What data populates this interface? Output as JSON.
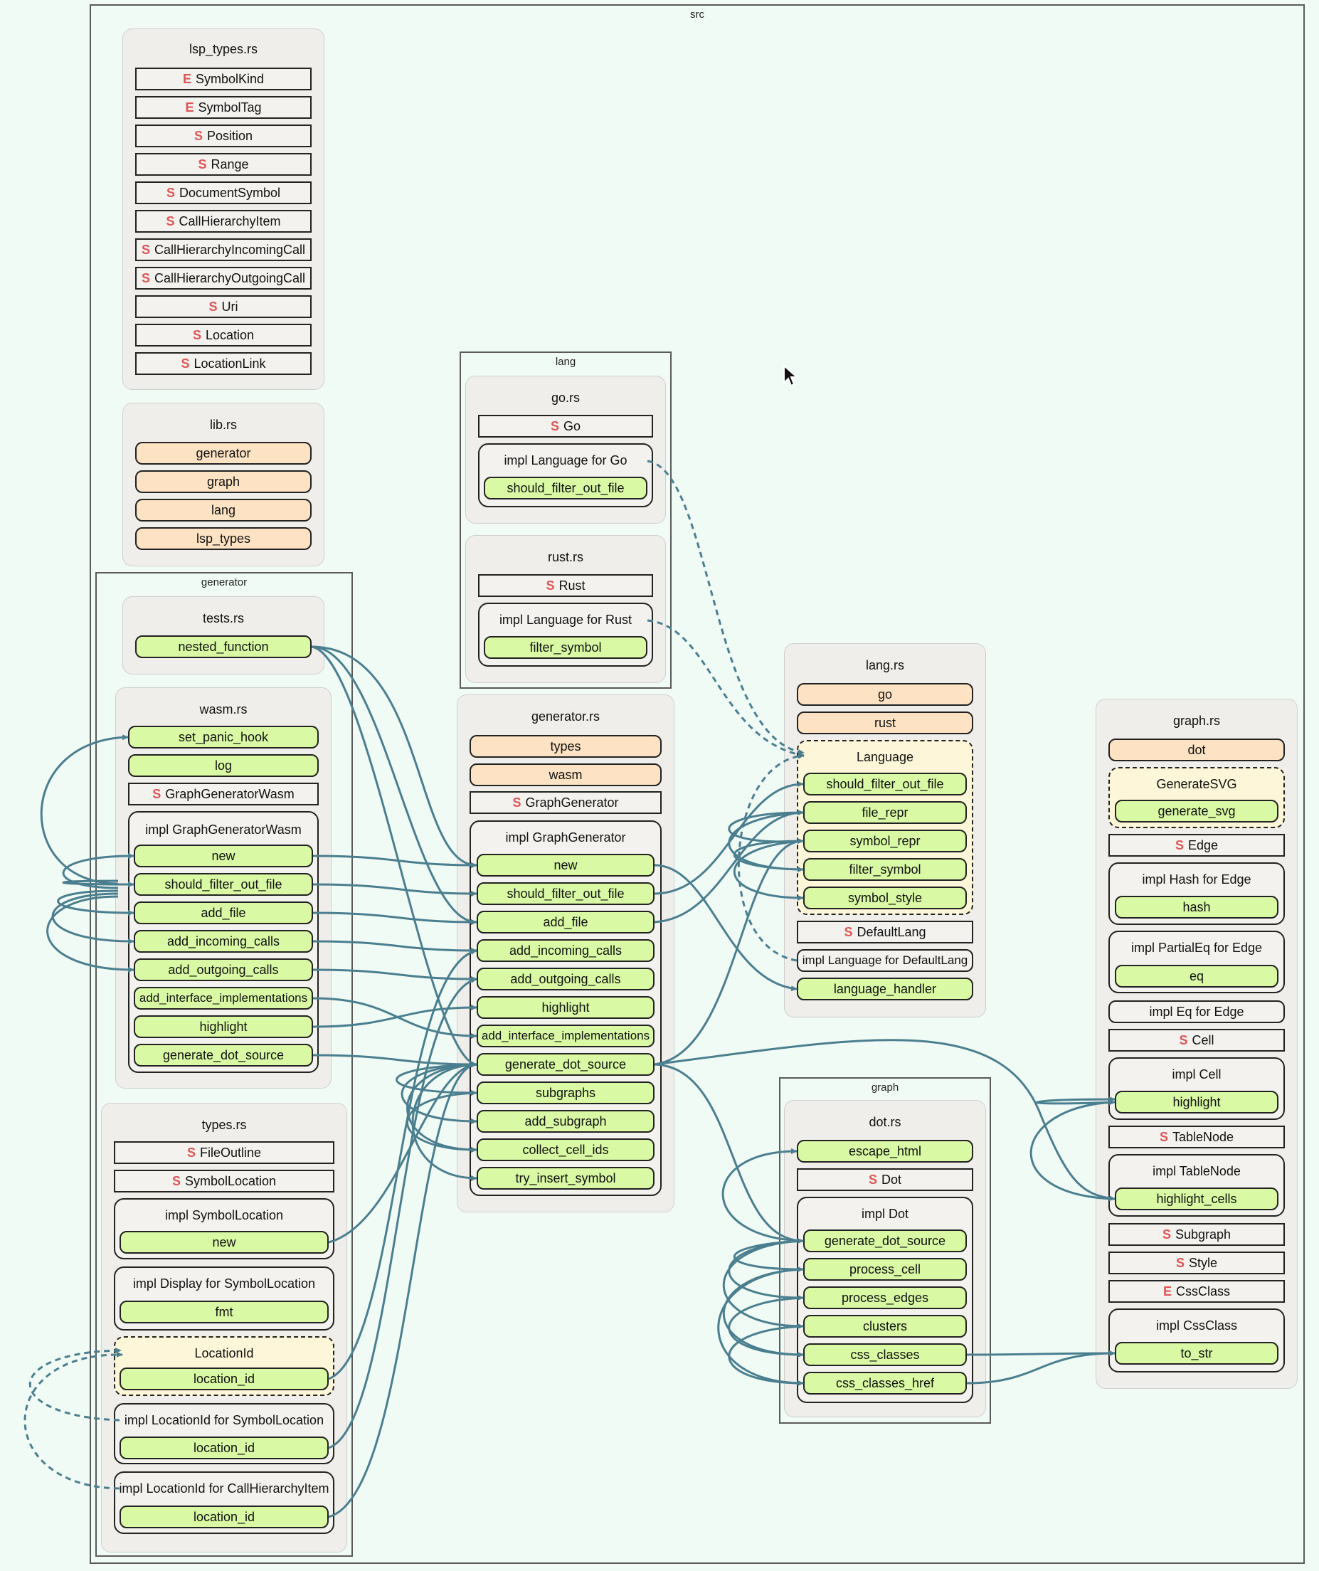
{
  "frames": {
    "src": "src",
    "lang": "lang",
    "generator": "generator",
    "graph": "graph"
  },
  "files": {
    "lsp_types": {
      "title": "lsp_types.rs",
      "items": [
        {
          "k": "E",
          "t": "SymbolKind"
        },
        {
          "k": "E",
          "t": "SymbolTag"
        },
        {
          "k": "S",
          "t": "Position"
        },
        {
          "k": "S",
          "t": "Range"
        },
        {
          "k": "S",
          "t": "DocumentSymbol"
        },
        {
          "k": "S",
          "t": "CallHierarchyItem"
        },
        {
          "k": "S",
          "t": "CallHierarchyIncomingCall"
        },
        {
          "k": "S",
          "t": "CallHierarchyOutgoingCall"
        },
        {
          "k": "S",
          "t": "Uri"
        },
        {
          "k": "S",
          "t": "Location"
        },
        {
          "k": "S",
          "t": "LocationLink"
        }
      ]
    },
    "lib": {
      "title": "lib.rs",
      "items": [
        "generator",
        "graph",
        "lang",
        "lsp_types"
      ]
    },
    "go": {
      "title": "go.rs",
      "struct": {
        "k": "S",
        "t": "Go"
      },
      "impl": "impl Language for Go",
      "fns": [
        "should_filter_out_file"
      ]
    },
    "rust": {
      "title": "rust.rs",
      "struct": {
        "k": "S",
        "t": "Rust"
      },
      "impl": "impl Language for Rust",
      "fns": [
        "filter_symbol"
      ]
    },
    "tests": {
      "title": "tests.rs",
      "fns": [
        "nested_function"
      ]
    },
    "wasm": {
      "title": "wasm.rs",
      "fns": [
        "set_panic_hook",
        "log"
      ],
      "struct": {
        "k": "S",
        "t": "GraphGeneratorWasm"
      },
      "impl": "impl GraphGeneratorWasm",
      "impl_fns": [
        "new",
        "should_filter_out_file",
        "add_file",
        "add_incoming_calls",
        "add_outgoing_calls",
        "add_interface_implementations",
        "highlight",
        "generate_dot_source"
      ]
    },
    "generator": {
      "title": "generator.rs",
      "mods": [
        "types",
        "wasm"
      ],
      "struct": {
        "k": "S",
        "t": "GraphGenerator"
      },
      "impl": "impl GraphGenerator",
      "impl_fns": [
        "new",
        "should_filter_out_file",
        "add_file",
        "add_incoming_calls",
        "add_outgoing_calls",
        "highlight",
        "add_interface_implementations",
        "generate_dot_source",
        "subgraphs",
        "add_subgraph",
        "collect_cell_ids",
        "try_insert_symbol"
      ]
    },
    "types": {
      "title": "types.rs",
      "structs": [
        {
          "k": "S",
          "t": "FileOutline"
        },
        {
          "k": "S",
          "t": "SymbolLocation"
        }
      ],
      "impl1": "impl SymbolLocation",
      "impl1_fns": [
        "new"
      ],
      "impl2": "impl Display for SymbolLocation",
      "impl2_fns": [
        "fmt"
      ],
      "trait": "LocationId",
      "trait_fns": [
        "location_id"
      ],
      "impl3": "impl LocationId for SymbolLocation",
      "impl3_fns": [
        "location_id"
      ],
      "impl4": "impl LocationId for CallHierarchyItem",
      "impl4_fns": [
        "location_id"
      ]
    },
    "langrs": {
      "title": "lang.rs",
      "mods": [
        "go",
        "rust"
      ],
      "trait": "Language",
      "trait_fns": [
        "should_filter_out_file",
        "file_repr",
        "symbol_repr",
        "filter_symbol",
        "symbol_style"
      ],
      "struct": {
        "k": "S",
        "t": "DefaultLang"
      },
      "impl": "impl Language for DefaultLang",
      "fns": [
        "language_handler"
      ]
    },
    "dot": {
      "title": "dot.rs",
      "fns": [
        "escape_html"
      ],
      "struct": {
        "k": "S",
        "t": "Dot"
      },
      "impl": "impl Dot",
      "impl_fns": [
        "generate_dot_source",
        "process_cell",
        "process_edges",
        "clusters",
        "css_classes",
        "css_classes_href"
      ]
    },
    "graph": {
      "title": "graph.rs",
      "mods": [
        "dot"
      ],
      "trait": "GenerateSVG",
      "trait_fns": [
        "generate_svg"
      ],
      "edge": {
        "k": "S",
        "t": "Edge"
      },
      "impl_hash": "impl Hash for Edge",
      "impl_hash_fns": [
        "hash"
      ],
      "impl_peq": "impl PartialEq for Edge",
      "impl_peq_fns": [
        "eq"
      ],
      "impl_eq": "impl Eq for Edge",
      "cell": {
        "k": "S",
        "t": "Cell"
      },
      "impl_cell": "impl Cell",
      "impl_cell_fns": [
        "highlight"
      ],
      "tablenode": {
        "k": "S",
        "t": "TableNode"
      },
      "impl_tablenode": "impl TableNode",
      "impl_tablenode_fns": [
        "highlight_cells"
      ],
      "subgraph": {
        "k": "S",
        "t": "Subgraph"
      },
      "style": {
        "k": "S",
        "t": "Style"
      },
      "cssclass": {
        "k": "E",
        "t": "CssClass"
      },
      "impl_cssclass": "impl CssClass",
      "impl_cssclass_fns": [
        "to_str"
      ]
    }
  },
  "colors": {
    "edge": "#4b7f8f",
    "kind": "#e05555",
    "fn_fill": "#d9f9a4",
    "mod_fill": "#fde3c3"
  }
}
